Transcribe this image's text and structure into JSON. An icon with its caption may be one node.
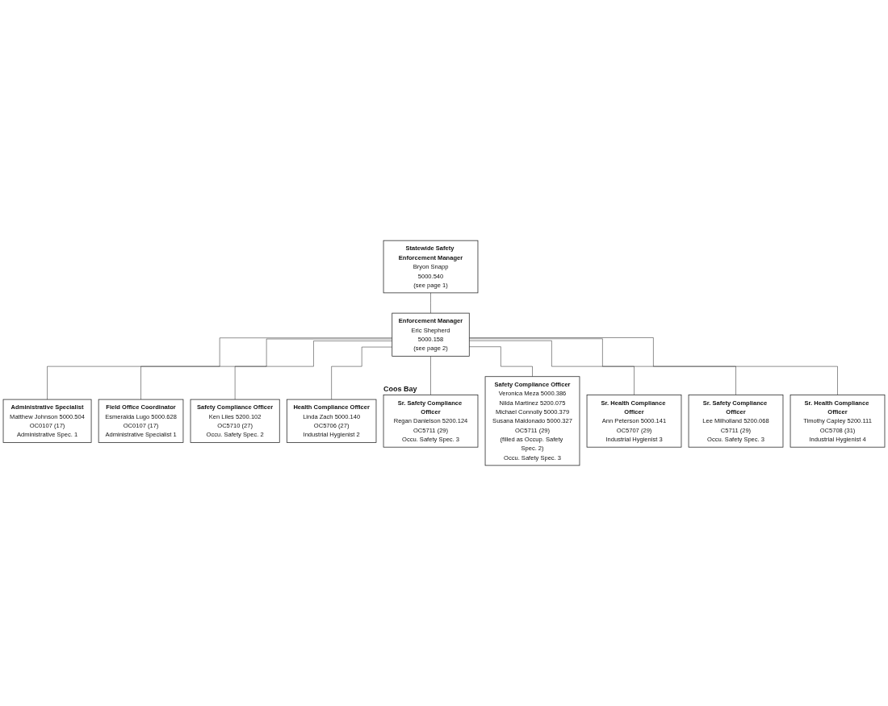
{
  "diagram": {
    "nodes": [
      {
        "text": [
          "Statewide Safety Enforcement Manager",
          "Bryon Snapp",
          "5000.540",
          "(see page 1)"
        ]
      },
      {
        "text": [
          "Administrative Specialist",
          "Matthew Johnson 5000.504",
          "OC0107 (17)",
          "Administrative Spec. 1"
        ]
      },
      {
        "text": [
          "Enforcement Manager",
          "Eric Shepherd",
          "5000.158",
          "(see page 2)"
        ]
      },
      {
        "text": [
          "Field Office Coordinator",
          "Esmeralda Lugo 5000.628",
          "OC0107 (17)",
          "Administrative Specialist 1"
        ]
      },
      {
        "text": [
          "Safety Compliance Officer",
          "Ken Liles 5200.102",
          "OC5710 (27)",
          "Occu. Safety Spec. 2"
        ]
      },
      {
        "text": [
          "Health Compliance Officer",
          "Linda Zach 5000.140",
          "OC5706 (27)",
          "Industrial Hygienist 2"
        ]
      },
      {
        "text": [
          "Sr. Safety Compliance Officer",
          "Regan Danielson 5200.124",
          "OC5711 (29)",
          "Occu. Safety Spec. 3"
        ],
        "beside": [
          "Coos Bay"
        ]
      },
      {
        "text": [
          "Safety Compliance Officer",
          "Veronica Meza 5000.386",
          "Nilda Martinez 5200.075",
          "Michael Connolly 5000.379",
          "Susana Maldonado 5000.327",
          "OC5711 (29)",
          "(filled as Occup. Safety Spec. 2)",
          "Occu. Safety Spec. 3"
        ]
      },
      {
        "text": [
          "Sr. Health Compliance Officer",
          "Ann Peterson 5000.141",
          "OC5707 (29)",
          "Industrial Hygienist 3"
        ]
      },
      {
        "text": [
          "Sr. Safety Compliance Officer",
          "Lee Milholland 5200.068",
          "C5711 (29)",
          "Occu. Safety Spec. 3"
        ]
      },
      {
        "text": [
          "Sr. Health Compliance Officer",
          "Timothy Capley 5200.111",
          "OC5708 (31)",
          "Industrial Hygienist 4"
        ]
      }
    ],
    "edges": [
      {
        "from": 0,
        "to": 2,
        "arrow": "none"
      },
      {
        "from": 2,
        "to": 1,
        "arrow": "none"
      },
      {
        "from": 2,
        "to": 3,
        "arrow": "none"
      },
      {
        "from": 2,
        "to": 4,
        "arrow": "none"
      },
      {
        "from": 2,
        "to": 5,
        "arrow": "none"
      },
      {
        "from": 2,
        "to": 6,
        "arrow": "none"
      },
      {
        "from": 2,
        "to": 7,
        "arrow": "none"
      },
      {
        "from": 2,
        "to": 8,
        "arrow": "none"
      },
      {
        "from": 2,
        "to": 9,
        "arrow": "none"
      },
      {
        "from": 2,
        "to": 10,
        "arrow": "none"
      }
    ]
  }
}
